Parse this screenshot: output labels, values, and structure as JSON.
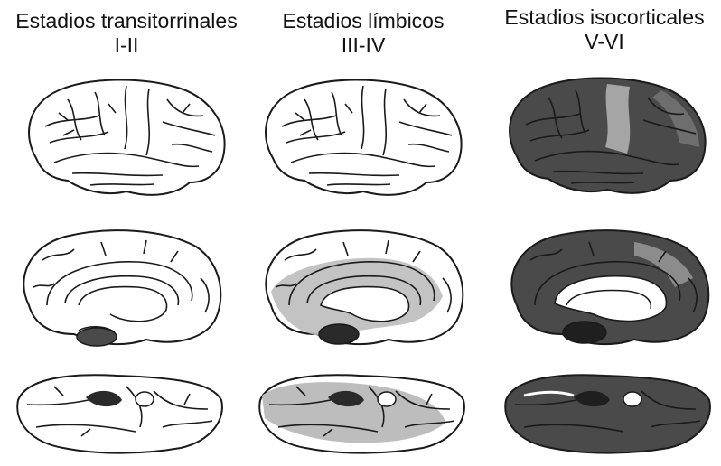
{
  "columns": [
    {
      "title": "Estadios transitorrinales",
      "stages": "I-II"
    },
    {
      "title": "Estadios límbicos",
      "stages": "III-IV"
    },
    {
      "title": "Estadios isocorticales",
      "stages": "V-VI"
    }
  ],
  "colors": {
    "outline": "#1a1a1a",
    "light_gray": "#bdbdbd",
    "mid_gray": "#8c8c8c",
    "dark_gray": "#4a4a4a",
    "darkest": "#2a2a2a",
    "white": "#ffffff"
  }
}
